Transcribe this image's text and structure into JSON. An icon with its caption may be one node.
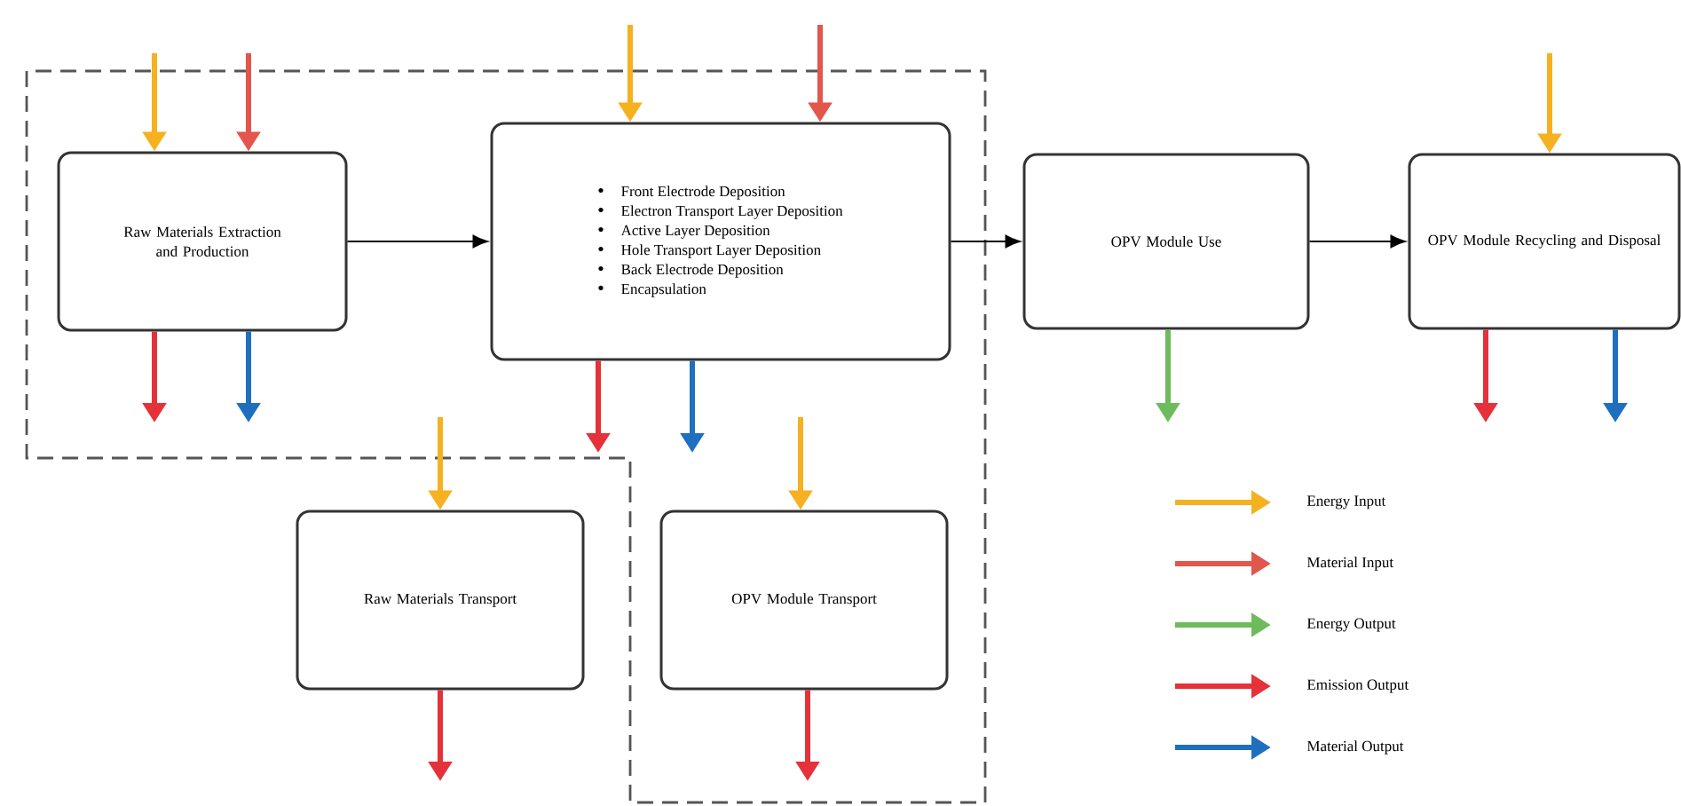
{
  "diagram": {
    "nodes": [
      {
        "text": [
          "Raw Materials Extraction and Production"
        ]
      },
      {
        "text": [
          "Front Electrode Deposition",
          "Electron Transport Layer Deposition",
          "Active Layer Deposition",
          "Hole Transport Layer Deposition",
          "Back Electrode Deposition",
          "Encapsulation"
        ]
      },
      {
        "text": [
          "OPV Module Use"
        ]
      },
      {
        "text": [
          "OPV Module Recycling and Disposal"
        ]
      },
      {
        "text": [
          "Raw Materials Transport"
        ]
      },
      {
        "text": [
          "OPV Module Transport"
        ]
      }
    ],
    "edges": [
      {
        "from": 0,
        "to": 1,
        "arrow": "to",
        "color": "#000000"
      },
      {
        "from": 1,
        "to": 2,
        "arrow": "to",
        "color": "#000000"
      },
      {
        "from": 2,
        "to": 3,
        "arrow": "to",
        "color": "#000000"
      },
      {
        "from": null,
        "to": 0,
        "arrow": "to",
        "color": "#f5b120"
      },
      {
        "from": null,
        "to": 0,
        "arrow": "to",
        "color": "#e2564c"
      },
      {
        "from": 0,
        "to": null,
        "arrow": "to",
        "color": "#e5323a"
      },
      {
        "from": 0,
        "to": null,
        "arrow": "to",
        "color": "#1f6fbf"
      },
      {
        "from": null,
        "to": 1,
        "arrow": "to",
        "color": "#f5b120"
      },
      {
        "from": null,
        "to": 1,
        "arrow": "to",
        "color": "#e2564c"
      },
      {
        "from": 1,
        "to": null,
        "arrow": "to",
        "color": "#e5323a"
      },
      {
        "from": 1,
        "to": null,
        "arrow": "to",
        "color": "#1f6fbf"
      },
      {
        "from": 2,
        "to": null,
        "arrow": "to",
        "color": "#6dbb5c"
      },
      {
        "from": null,
        "to": 3,
        "arrow": "to",
        "color": "#f5b120"
      },
      {
        "from": 3,
        "to": null,
        "arrow": "to",
        "color": "#e5323a"
      },
      {
        "from": 3,
        "to": null,
        "arrow": "to",
        "color": "#1f6fbf"
      },
      {
        "from": null,
        "to": 4,
        "arrow": "to",
        "color": "#f5b120"
      },
      {
        "from": 4,
        "to": null,
        "arrow": "to",
        "color": "#e5323a"
      },
      {
        "from": null,
        "to": 5,
        "arrow": "to",
        "color": "#f5b120"
      },
      {
        "from": 5,
        "to": null,
        "arrow": "to",
        "color": "#e5323a"
      }
    ],
    "legend": [
      {
        "text": "Energy Input",
        "color": "#f5b120"
      },
      {
        "text": "Material Input",
        "color": "#e2564c"
      },
      {
        "text": "Energy Output",
        "color": "#6dbb5c"
      },
      {
        "text": "Emission Output",
        "color": "#e5323a"
      },
      {
        "text": "Material Output",
        "color": "#1f6fbf"
      }
    ]
  }
}
